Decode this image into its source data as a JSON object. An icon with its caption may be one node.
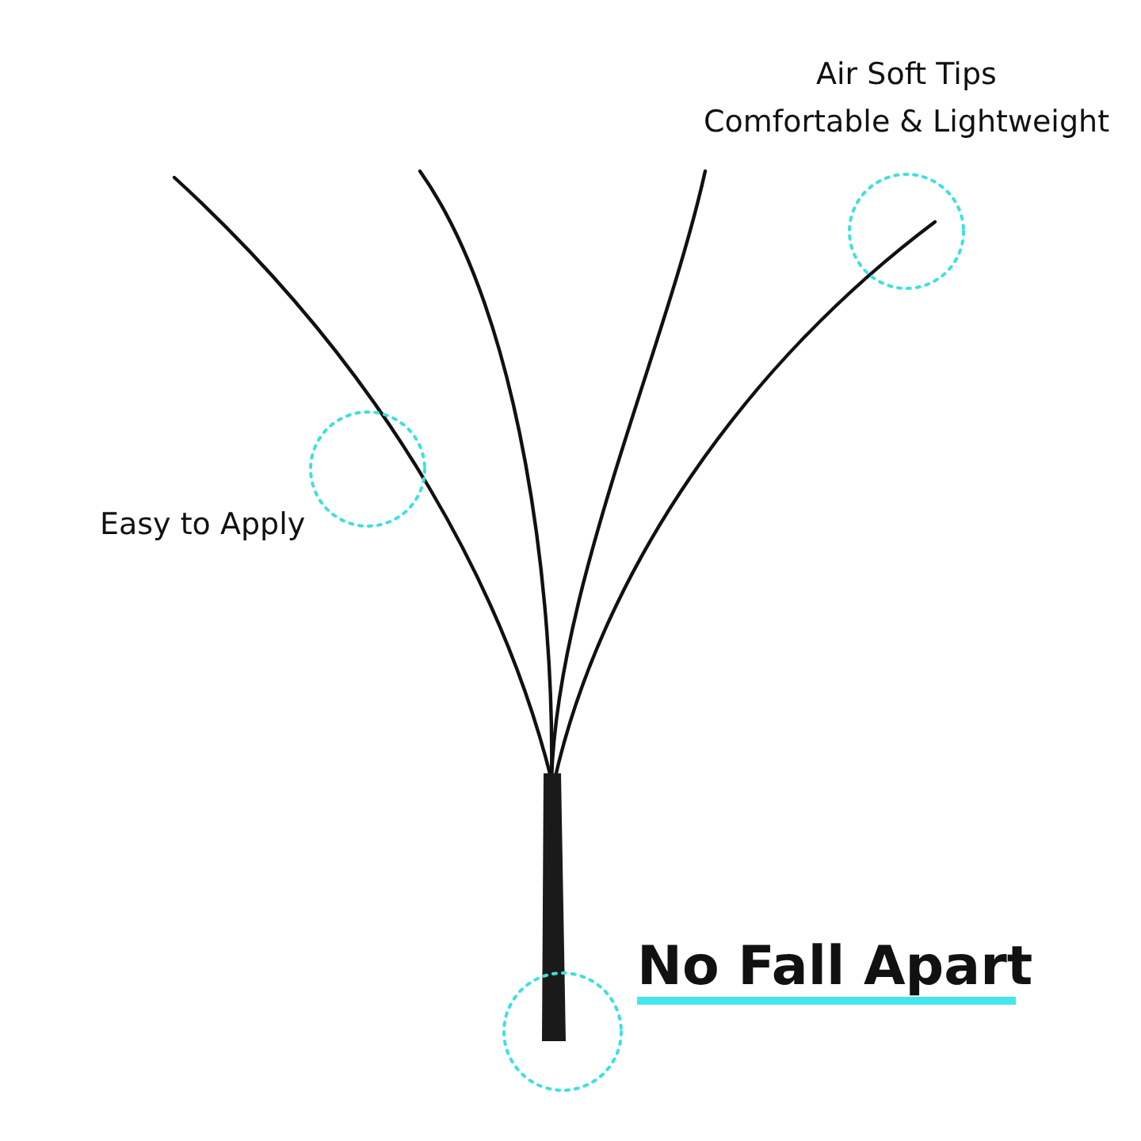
{
  "diagram": {
    "labels": [
      "Air Soft Tips",
      "Comfortable & Lightweight",
      "Easy to Apply",
      "No Fall Apart"
    ]
  }
}
